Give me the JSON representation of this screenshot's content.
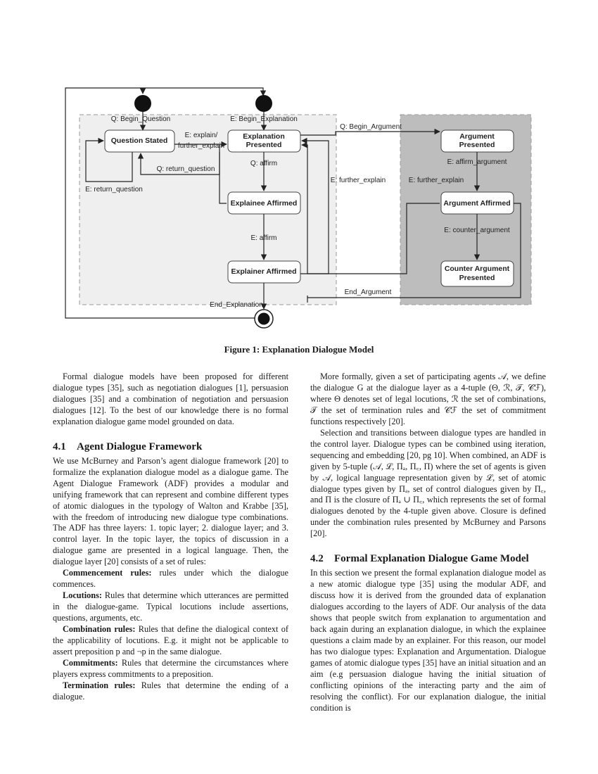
{
  "figure": {
    "caption": "Figure 1: Explanation Dialogue Model",
    "states": {
      "question_stated": "Question Stated",
      "explanation_presented": [
        "Explanation",
        "Presented"
      ],
      "explainee_affirmed": "Explainee Affirmed",
      "explainer_affirmed": "Explainer Affirmed",
      "argument_presented": [
        "Argument",
        "Presented"
      ],
      "argument_affirmed": "Argument Affirmed",
      "counter_argument_presented": [
        "Counter Argument",
        "Presented"
      ]
    },
    "transitions": {
      "begin_question": "Q: Begin_Question",
      "begin_explanation": "E: Begin_Explanation",
      "explain": [
        "E: explain/",
        "further_explain"
      ],
      "return_question_q": "Q: return_question",
      "return_question_e": "E: return_question",
      "affirm_q": "Q: affirm",
      "affirm_e": "E: affirm",
      "begin_argument": "Q: Begin_Argument",
      "further_explain_1": "E: further_explain",
      "further_explain_2": "E: further_explain",
      "affirm_argument": "E: affirm_argument",
      "counter_argument": "E: counter_argument",
      "end_argument": "End_Argument",
      "end_explanation": "End_Explanation"
    }
  },
  "left_column": {
    "intro": "Formal dialogue models have been proposed for different dialogue types [35], such as negotiation dialogues [1], persuasion dialogues [35] and a combination of negotiation and persuasion dialogues [12]. To the best of our knowledge there is no formal explanation dialogue game model grounded on data.",
    "section_number": "4.1",
    "section_title": "Agent Dialogue Framework",
    "section_body": "We use McBurney and Parson’s agent dialogue framework [20] to formalize the explanation dialogue model as a dialogue game. The Agent Dialogue Framework (ADF) provides a modular and unifying framework that can represent and combine different types of atomic dialogues in the typology of Walton and Krabbe [35], with the freedom of introducing new dialogue type combinations. The ADF has three layers: 1. topic layer; 2. dialogue layer; and 3. control layer. In the topic layer, the topics of discussion in a dialogue game are presented in a logical language. Then, the dialogue layer [20] consists of a set of rules:",
    "rules": [
      {
        "term": "Commencement rules:",
        "text": " rules under which the dialogue commences."
      },
      {
        "term": "Locutions:",
        "text": " Rules that determine which utterances are permitted in the dialogue-game. Typical locutions include assertions, questions, arguments, etc."
      },
      {
        "term": "Combination rules:",
        "text": " Rules that define the dialogical context of the applicability of locutions. E.g. it might not be applicable to assert preposition p and ¬p in the same dialogue."
      },
      {
        "term": "Commitments:",
        "text": " Rules that determine the circumstances where players express commitments to a preposition."
      },
      {
        "term": "Termination rules:",
        "text": " Rules that determine the ending of a dialogue."
      }
    ]
  },
  "right_column": {
    "para1": "More formally, given a set of participating agents 𝒜, we define the dialogue G at the dialogue layer as a 4-tuple (Θ, ℛ, 𝒯, 𝒞ℱ), where Θ denotes set of legal locutions, ℛ the set of combinations, 𝒯 the set of termination rules and 𝒞ℱ the set of commitment functions respectively [20].",
    "para2": "Selection and transitions between dialogue types are handled in the control layer. Dialogue types can be combined using iteration, sequencing and embedding [20, pg 10]. When combined, an ADF is given by 5-tuple (𝒜, ℒ, Πₐ, Π꜀, Π) where the set of agents is given by 𝒜, logical language representation given by ℒ, set of atomic dialogue types given by Πₐ, set of control dialogues given by Π꜀, and Π is the closure of Πₐ ∪ Π꜀, which represents the set of formal dialogues denoted by the 4-tuple given above. Closure is defined under the combination rules presented by McBurney and Parsons [20].",
    "section_number": "4.2",
    "section_title": "Formal Explanation Dialogue Game Model",
    "section_body": "In this section we present the formal explanation dialogue model as a new atomic dialogue type [35] using the modular ADF, and discuss how it is derived from the grounded data of explanation dialogues according to the layers of ADF. Our analysis of the data shows that people switch from explanation to argumentation and back again during an explanation dialogue, in which the explainee questions a claim made by an explainer. For this reason, our model has two dialogue types: Explanation and Argumentation. Dialogue games of atomic dialogue types [35] have an initial situation and an aim (e.g persuasion dialogue having the initial situation of conflicting opinions of the interacting party and the aim of resolving the conflict). For our explanation dialogue, the initial condition is"
  }
}
